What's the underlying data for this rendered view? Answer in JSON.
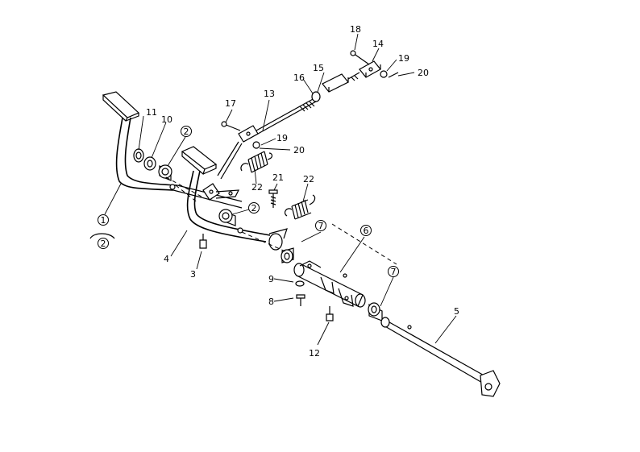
{
  "diagram": {
    "callouts": {
      "c1": "1",
      "c2": "2",
      "c3": "3",
      "c4": "4",
      "c5": "5",
      "c6": "6",
      "c7": "7",
      "c8": "8",
      "c9": "9",
      "c10": "10",
      "c11": "11",
      "c12": "12",
      "c13": "13",
      "c14": "14",
      "c15": "15",
      "c16": "16",
      "c17": "17",
      "c18": "18",
      "c19": "19",
      "c20": "20",
      "c21": "21",
      "c22": "22"
    }
  }
}
